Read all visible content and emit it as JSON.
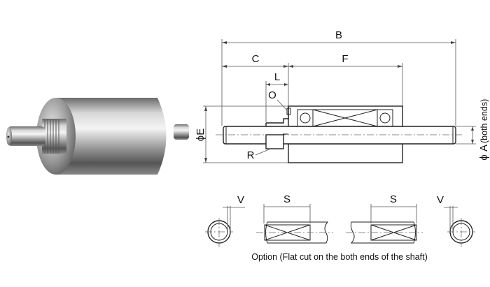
{
  "labels": {
    "B": "B",
    "C": "C",
    "F": "F",
    "L": "L",
    "O": "O",
    "R": "R",
    "E": "ϕE",
    "A": "ϕ A",
    "A_note": "(both ends)",
    "S_left": "S",
    "S_right": "S",
    "V_left": "V",
    "V_right": "V"
  },
  "caption": "Option (Flat cut on the both ends of the shaft)"
}
